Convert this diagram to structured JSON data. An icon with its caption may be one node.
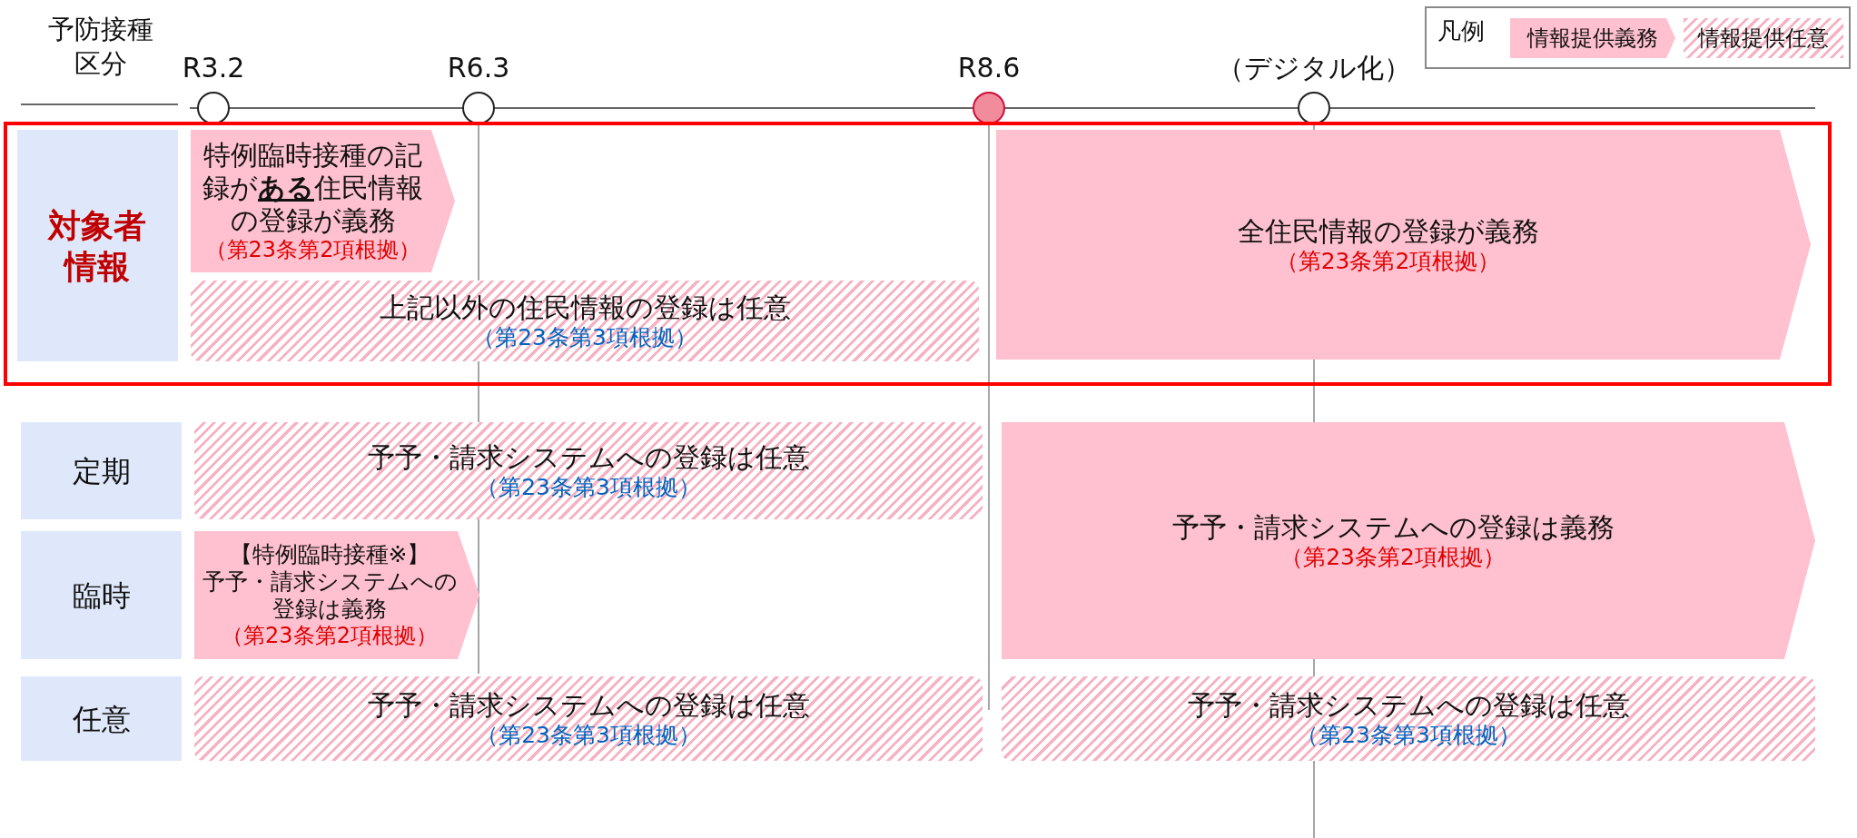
{
  "diagram": {
    "nodes": [
      {
        "text": [
          "R3.2"
        ]
      },
      {
        "text": [
          "R6.3"
        ]
      },
      {
        "text": [
          "R8.6"
        ]
      },
      {
        "text": [
          "（デジタル化）"
        ]
      },
      {
        "text": [],
        "shape": "box"
      },
      {
        "text": [
          "対象者情報"
        ],
        "in": 4
      },
      {
        "text": [
          "特例臨時接種の記録が**ある**住民情報の登録が義務",
          "（第23条第2項根拠）"
        ],
        "in": 4
      },
      {
        "text": [
          "上記以外の住民情報の登録は任意",
          "（第23条第3項根拠）"
        ],
        "in": 4
      },
      {
        "text": [
          "全住民情報の登録が義務",
          "（第23条第2項根拠）"
        ],
        "in": 4
      },
      {
        "text": [
          "定期"
        ]
      },
      {
        "text": [
          "予予・請求システムへの登録は任意",
          "（第23条第3項根拠）"
        ]
      },
      {
        "text": [
          "臨時"
        ]
      },
      {
        "text": [
          "【特例臨時接種※】",
          "予予・請求システムへの登録は義務",
          "（第23条第2項根拠）"
        ]
      },
      {
        "text": [
          "予予・請求システムへの登録は義務",
          "（第23条第2項根拠）"
        ]
      },
      {
        "text": [
          "任意"
        ]
      },
      {
        "text": [
          "予予・請求システムへの登録は任意",
          "（第23条第3項根拠）"
        ]
      },
      {
        "text": [
          "予予・請求システムへの登録は任意",
          "（第23条第3項根拠）"
        ]
      }
    ],
    "labels": [
      "予防接種区分",
      "凡例"
    ],
    "legend": [
      {
        "text": "情報提供義務",
        "color": "#ffc0cf"
      },
      {
        "text": "情報提供任意"
      }
    ]
  }
}
